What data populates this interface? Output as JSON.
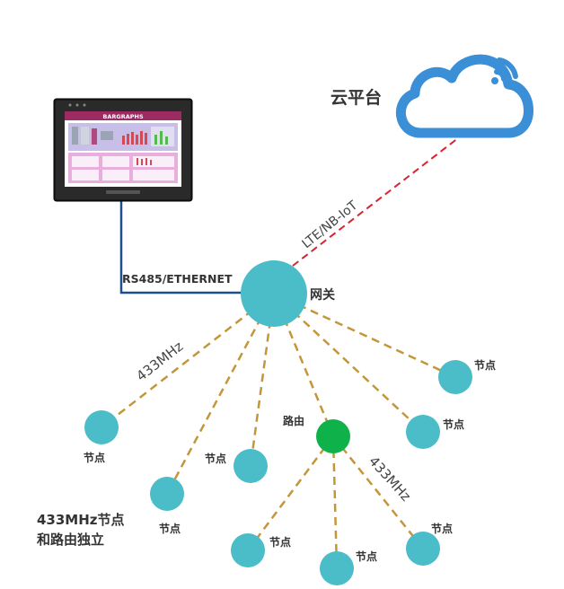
{
  "cloud": {
    "label": "云平台"
  },
  "gateway": {
    "label": "网关"
  },
  "router": {
    "label": "路由"
  },
  "node_label": "节点",
  "links": {
    "hmi_gateway": "RS485/ETHERNET",
    "gateway_cloud": "LTE/NB-IoT",
    "gateway_433": "433MHz",
    "router_433": "433MHz"
  },
  "note": {
    "line1": "433MHz节点",
    "line2": "和路由独立"
  },
  "hmi": {
    "screen_title": "BARGRAPHS"
  },
  "colors": {
    "node": "#4bbdc8",
    "router": "#0fb24a",
    "cloud": "#3a8fd6",
    "dash_gold": "#c4963a",
    "dash_red": "#d62430",
    "cable": "#1f4e8c"
  }
}
